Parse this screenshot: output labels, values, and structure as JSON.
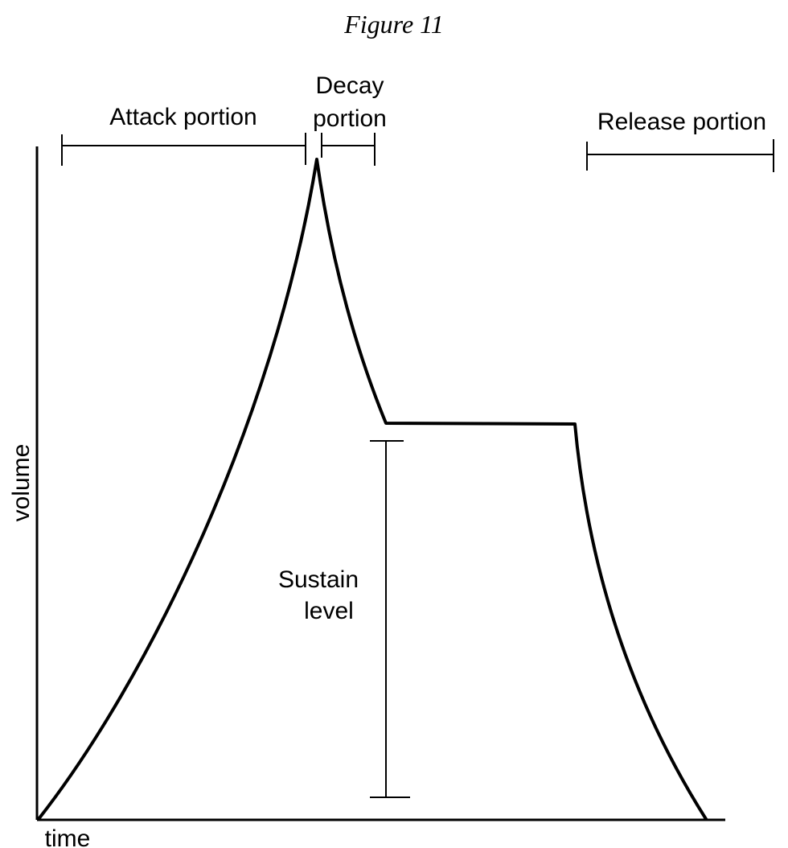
{
  "figure": {
    "title": "Figure 11",
    "x_axis_label": "time",
    "y_axis_label": "volume",
    "labels": {
      "attack": "Attack portion",
      "decay_line1": "Decay",
      "decay_line2": "portion",
      "release": "Release portion",
      "sustain_line1": "Sustain",
      "sustain_line2": "level"
    }
  }
}
